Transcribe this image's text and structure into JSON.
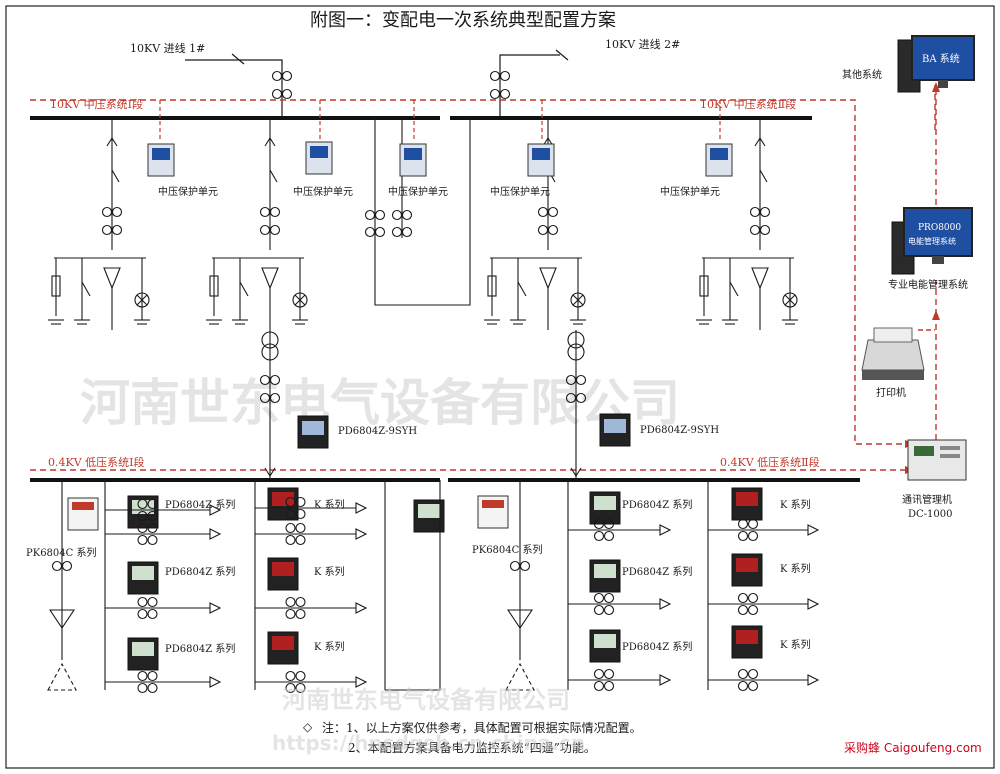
{
  "title": "附图一：变配电一次系统典型配置方案",
  "incomers": {
    "line1": "10KV 进线 1#",
    "line2": "10KV 进线 2#"
  },
  "buses": {
    "mv1": "10KV 中压系统Ⅰ段",
    "mv2": "10KV 中压系统Ⅱ段",
    "lv1": "0.4KV 低压系统Ⅰ段",
    "lv2": "0.4KV 低压系统Ⅱ段"
  },
  "relay_label": "中压保护单元",
  "transformer_meter": "PD6804Z-9SYH",
  "pd_series": "PD6804Z 系列",
  "k_series": "K 系列",
  "pk_series": "PK6804C 系列",
  "systems": {
    "other": "其他系统",
    "ba": "BA 系统",
    "pro_screen": "PRO8000",
    "pro_screen_sub": "电能管理系统",
    "pro": "专业电能管理系统",
    "printer": "打印机",
    "comm": "通讯管理机",
    "comm_model": "DC-1000"
  },
  "notes": {
    "n1": "注：1、以上方案仅供参考，具体配置可根据实际情况配置。",
    "n2": "2、本配置方案具备电力监控系统“四遥”功能。"
  },
  "watermarks": {
    "big": "河南世东电气设备有限公司",
    "small": "河南世东电气设备有限公司",
    "url": "https://hnsdqsb.cn.china.cn"
  },
  "brand": "采购蜂 Caigoufeng.com",
  "colors": {
    "line": "#1a1a1a",
    "comm": "#c0392b",
    "screen": "#1f4fa0",
    "meter": "#4a7a3a"
  }
}
